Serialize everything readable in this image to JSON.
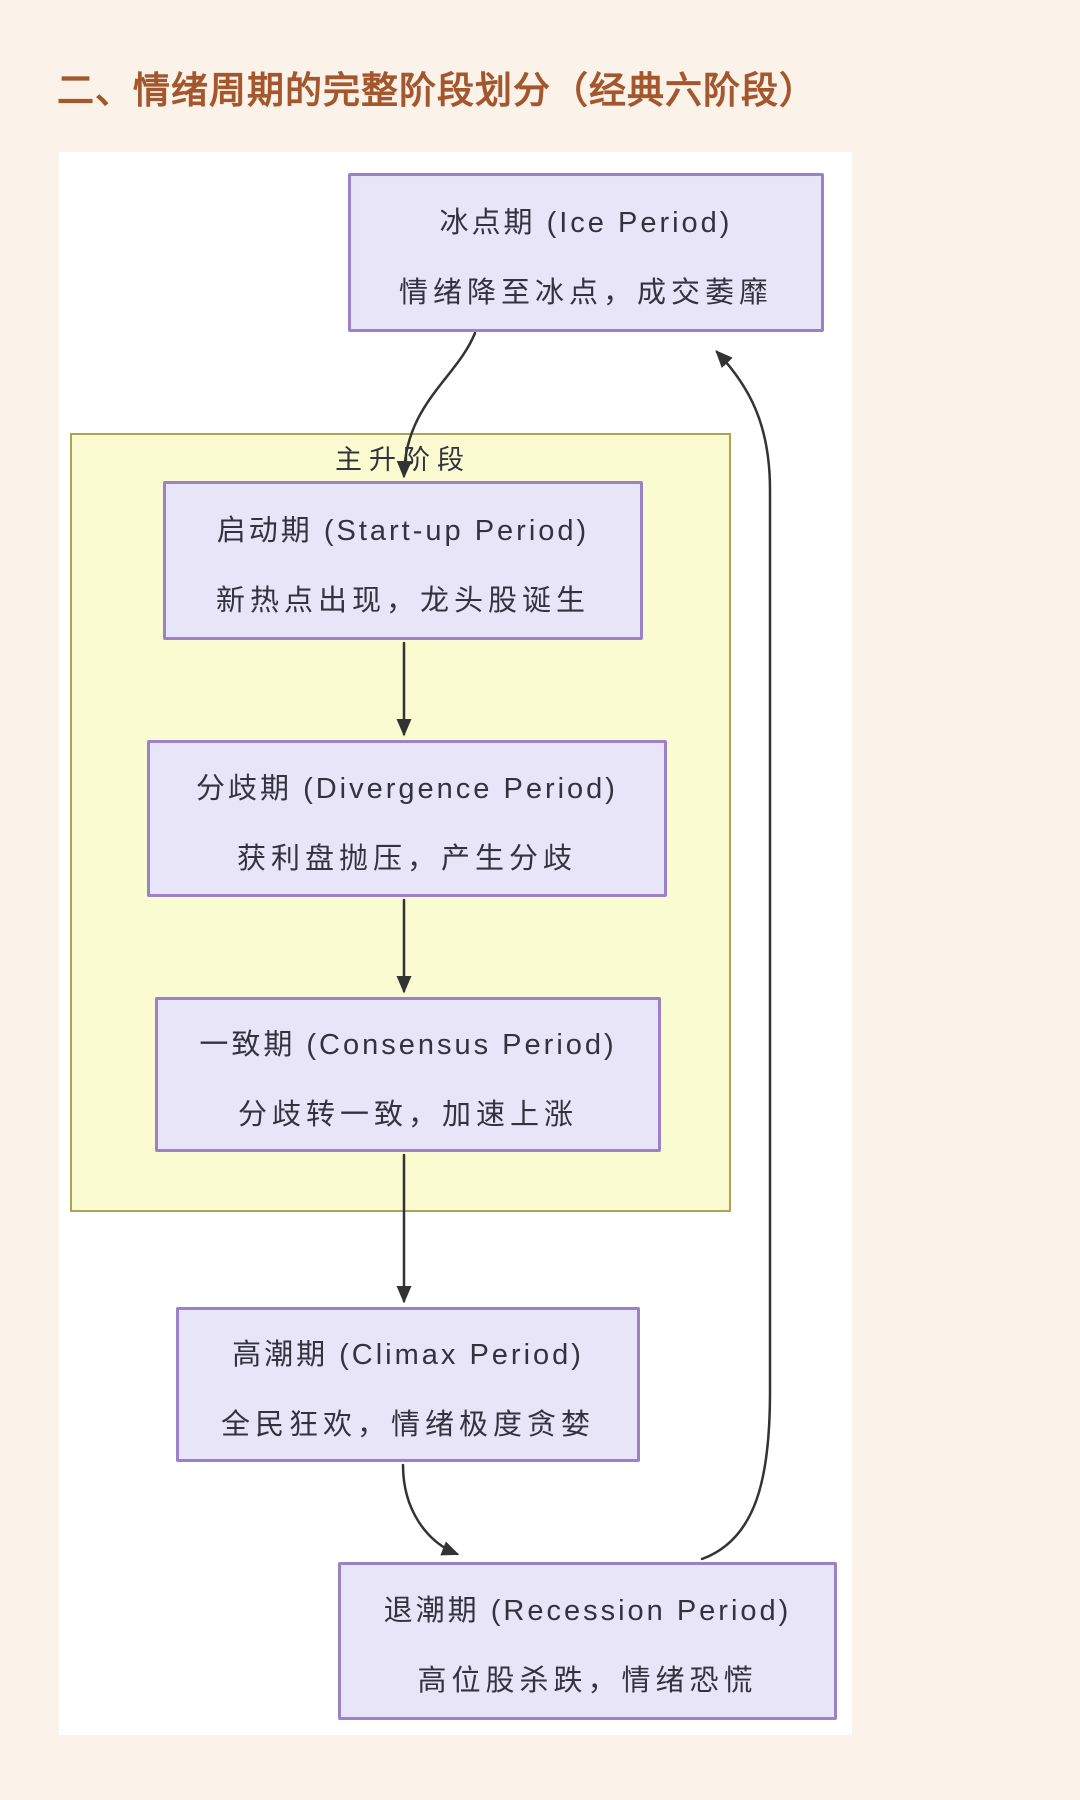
{
  "page": {
    "title": "二、情绪周期的完整阶段划分（经典六阶段）"
  },
  "diagram": {
    "cluster_label": "主升阶段",
    "nodes": {
      "ice": {
        "title": "冰点期 (Ice Period)",
        "desc": "情绪降至冰点，成交萎靡"
      },
      "startup": {
        "title": "启动期 (Start-up Period)",
        "desc": "新热点出现，龙头股诞生"
      },
      "divergence": {
        "title": "分歧期 (Divergence Period)",
        "desc": "获利盘抛压，产生分歧"
      },
      "consensus": {
        "title": "一致期 (Consensus Period)",
        "desc": "分歧转一致，加速上涨"
      },
      "climax": {
        "title": "高潮期 (Climax Period)",
        "desc": "全民狂欢，情绪极度贪婪"
      },
      "recession": {
        "title": "退潮期 (Recession Period)",
        "desc": "高位股杀跌，情绪恐慌"
      }
    },
    "edges": [
      "ice -> startup",
      "startup -> divergence",
      "divergence -> consensus",
      "consensus -> climax",
      "climax -> recession",
      "recession -> ice"
    ],
    "colors": {
      "page_bg": "#fbf3e9",
      "card_bg": "#ffffff",
      "title_text": "#a4562c",
      "node_fill": "#e8e5f8",
      "node_border": "#9b82c8",
      "cluster_fill": "#fbfbd2",
      "cluster_border": "#a6a655",
      "edge_stroke": "#333333",
      "node_text": "#333340"
    }
  }
}
